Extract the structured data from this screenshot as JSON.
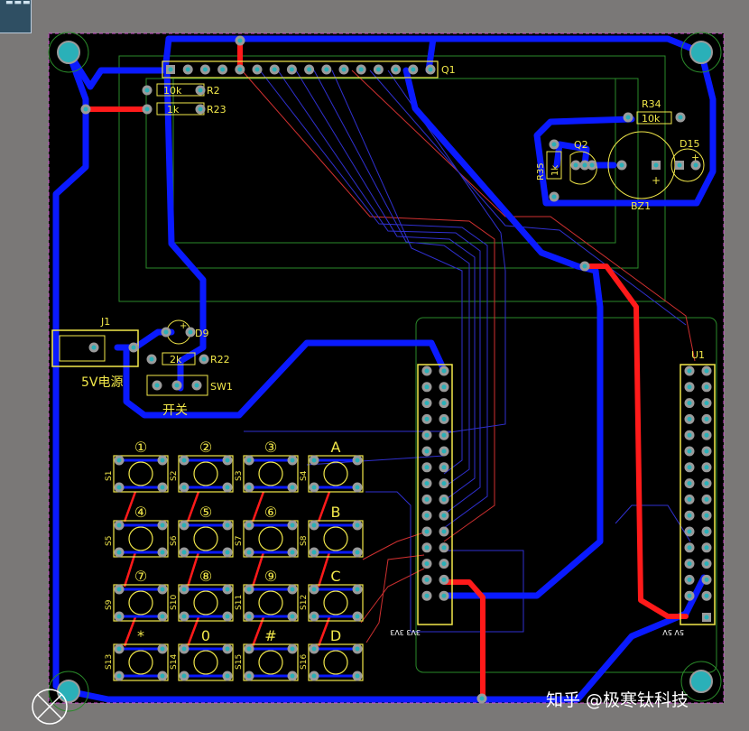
{
  "thumb_glyph": "▬▬▬",
  "labels": {
    "q1": "Q1",
    "r2": "R2",
    "r2_val": "10k",
    "r23": "R23",
    "r23_val": "1k",
    "r34": "R34",
    "r34_val": "10k",
    "r35": "R35",
    "r35_val": "1k",
    "q2": "Q2",
    "d15": "D15",
    "bz1": "BZ1",
    "u1": "U1",
    "j1": "J1",
    "d9": "D9",
    "r22": "R22",
    "r22_val": "2k",
    "sw1": "SW1",
    "power": "5V电源",
    "switch": "开关",
    "plus": "+",
    "hdr_left_bottom": "3V3 3V3",
    "hdr_right_bottom": "5V 5V"
  },
  "keypad": {
    "key_labels": [
      "①",
      "②",
      "③",
      "A",
      "④",
      "⑤",
      "⑥",
      "B",
      "⑦",
      "⑧",
      "⑨",
      "C",
      "*",
      "0",
      "#",
      "D"
    ],
    "switch_refs": [
      "S1",
      "S2",
      "S3",
      "S4",
      "S5",
      "S6",
      "S7",
      "S8",
      "S9",
      "S10",
      "S11",
      "S12",
      "S13",
      "S14",
      "S15",
      "S16"
    ]
  },
  "watermark": "知乎 @极寒钛科技",
  "colors": {
    "board": "#000000",
    "top_copper": "#0000ff",
    "bottom_copper": "#ff0000",
    "silkscreen": "#f2e84a",
    "pad": "#9a9a9a",
    "outline": "#ff00ff"
  }
}
